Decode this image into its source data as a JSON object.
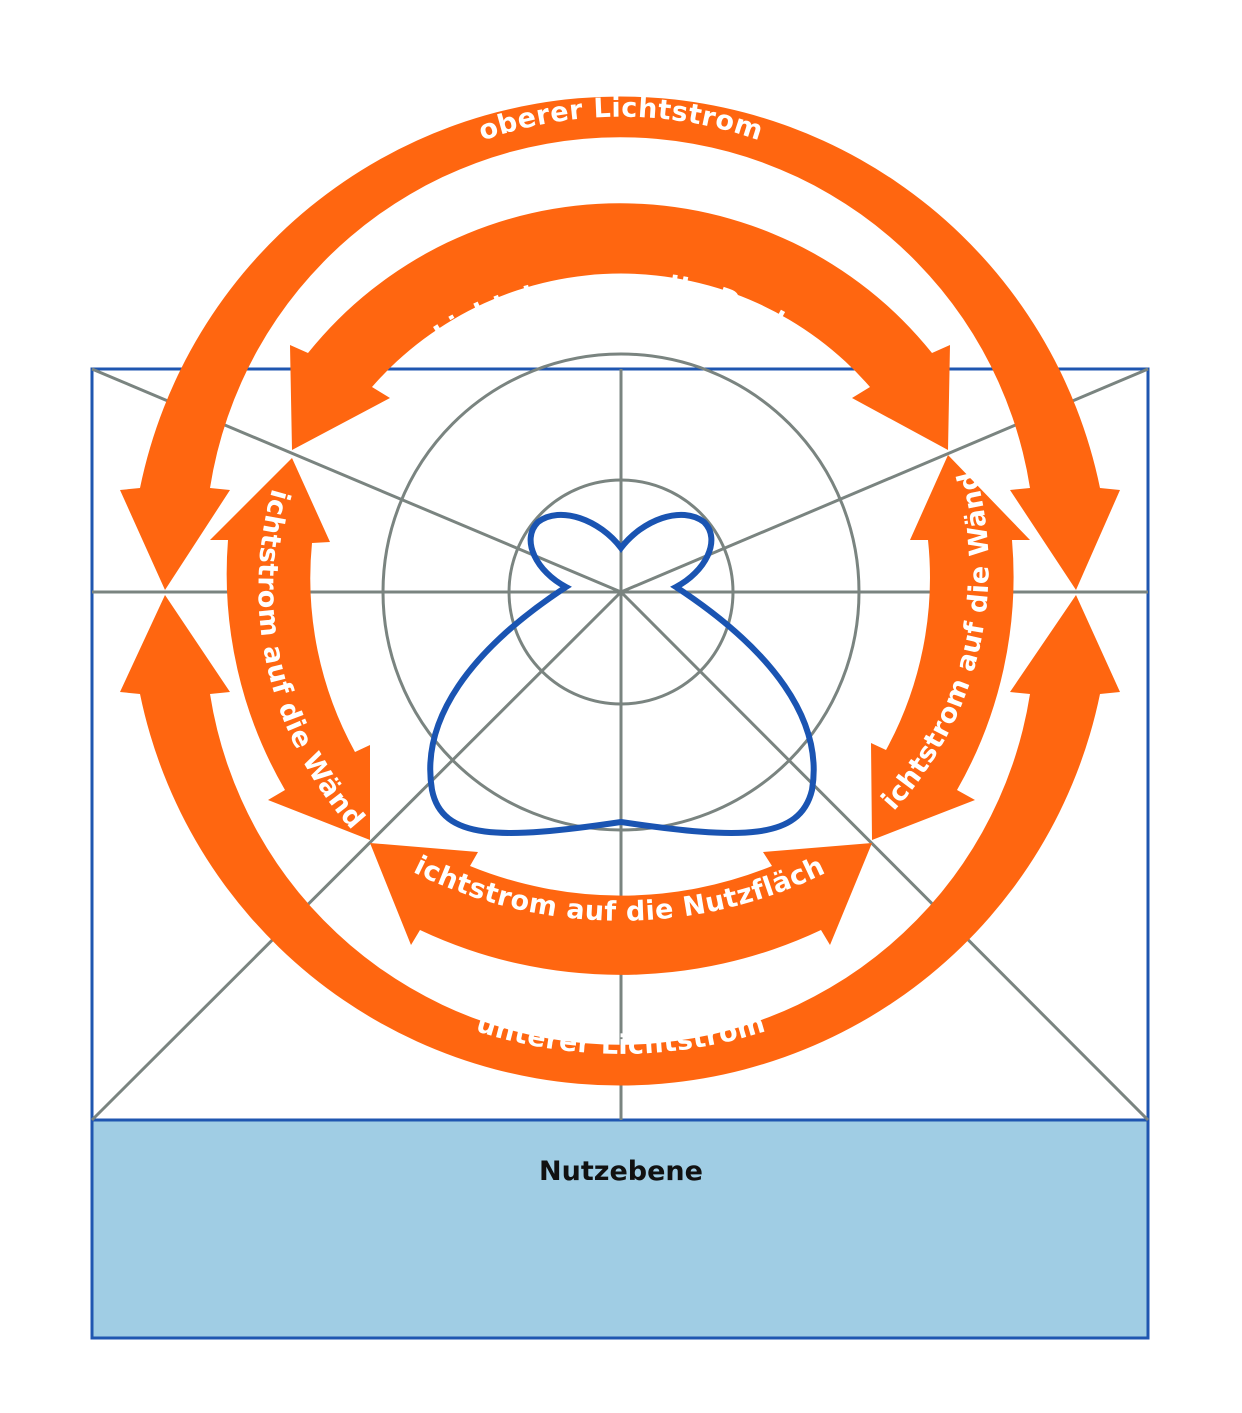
{
  "labels": {
    "upper_flux": "oberer Lichtstrom",
    "ceiling_flux": "Lichtstrom an die Decke",
    "walls_flux_left": "Lichtstrom auf die Wände",
    "walls_flux_right": "Lichtstrom auf die Wände",
    "work_surface_flux": "Lichtstrom auf die Nutzfläche",
    "lower_flux": "unterer Lichtstrom",
    "work_plane": "Nutzebene"
  },
  "colors": {
    "arrow": "#ff6610",
    "room_outline": "#1f56b0",
    "grid": "#7a8480",
    "luminous_curve": "#1a54b2",
    "work_plane_fill": "#a0cde4",
    "label_text": "#ffffff",
    "plane_text": "#111111"
  }
}
